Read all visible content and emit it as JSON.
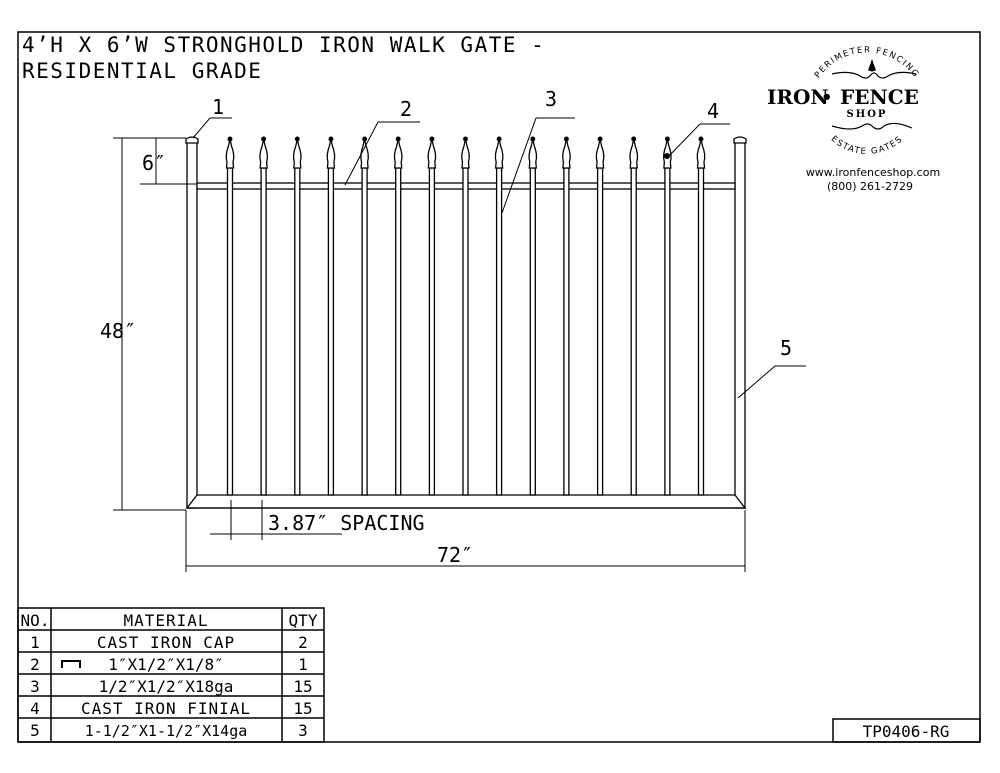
{
  "title": {
    "line1": "4’H X 6’W STRONGHOLD IRON WALK GATE -",
    "line2": "RESIDENTIAL GRADE"
  },
  "logo": {
    "arc_top": "PERIMETER FENCING",
    "name_left": "IRON",
    "name_dot": "•",
    "name_right": "FENCE",
    "sub": "SHOP",
    "arc_bottom": "ESTATE GATES",
    "website": "www.ironfenceshop.com",
    "phone": "(800) 261-2729"
  },
  "callouts": [
    "1",
    "2",
    "3",
    "4",
    "5"
  ],
  "dimensions": {
    "finial_height": "6″",
    "gate_height": "48″",
    "spacing": "3.87″ SPACING",
    "gate_width": "72″"
  },
  "gate": {
    "picket_count": 15,
    "finial_count": 15,
    "cap_count": 2
  },
  "table": {
    "headers": [
      "NO.",
      "MATERIAL",
      "QTY"
    ],
    "rows": [
      {
        "no": "1",
        "material": "CAST IRON CAP",
        "qty": "2"
      },
      {
        "no": "2",
        "material": "1″X1/2″X1/8″",
        "qty": "1",
        "icon": "channel-icon"
      },
      {
        "no": "3",
        "material": "1/2″X1/2″X18ga",
        "qty": "15"
      },
      {
        "no": "4",
        "material": "CAST IRON FINIAL",
        "qty": "15"
      },
      {
        "no": "5",
        "material": "1-1/2″X1-1/2″X14ga",
        "qty": "3"
      }
    ]
  },
  "drawing_number": "TP0406-RG"
}
